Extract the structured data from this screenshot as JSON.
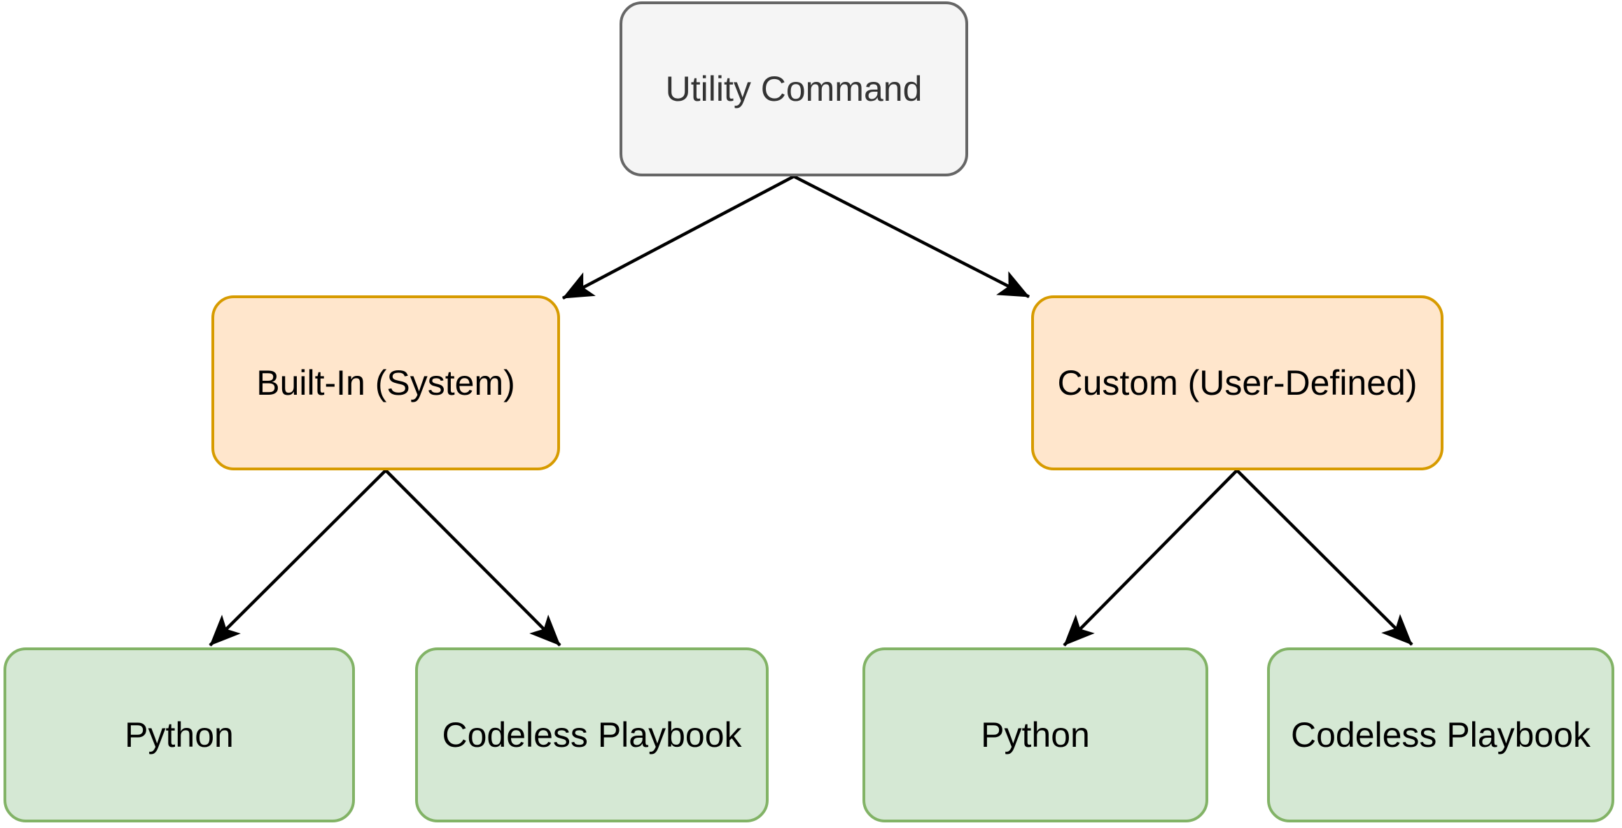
{
  "diagram": {
    "type": "tree-flowchart",
    "edge_color": "#000000",
    "background_color": "#ffffff",
    "nodes": [
      {
        "id": "utility-command",
        "label": "Utility Command",
        "fill": "#f5f5f5",
        "stroke": "#666666",
        "text_color": "#333333"
      },
      {
        "id": "built-in-system",
        "label": "Built-In (System)",
        "fill": "#ffe6cc",
        "stroke": "#d79b00",
        "text_color": "#000000"
      },
      {
        "id": "custom-user-defined",
        "label": "Custom (User-Defined)",
        "fill": "#ffe6cc",
        "stroke": "#d79b00",
        "text_color": "#000000"
      },
      {
        "id": "built-in-python",
        "label": "Python",
        "fill": "#d5e8d4",
        "stroke": "#82b366",
        "text_color": "#000000"
      },
      {
        "id": "built-in-codeless-playbook",
        "label": "Codeless Playbook",
        "fill": "#d5e8d4",
        "stroke": "#82b366",
        "text_color": "#000000"
      },
      {
        "id": "custom-python",
        "label": "Python",
        "fill": "#d5e8d4",
        "stroke": "#82b366",
        "text_color": "#000000"
      },
      {
        "id": "custom-codeless-playbook",
        "label": "Codeless Playbook",
        "fill": "#d5e8d4",
        "stroke": "#82b366",
        "text_color": "#000000"
      }
    ],
    "edges": [
      {
        "from": "utility-command",
        "to": "built-in-system"
      },
      {
        "from": "utility-command",
        "to": "custom-user-defined"
      },
      {
        "from": "built-in-system",
        "to": "built-in-python"
      },
      {
        "from": "built-in-system",
        "to": "built-in-codeless-playbook"
      },
      {
        "from": "custom-user-defined",
        "to": "custom-python"
      },
      {
        "from": "custom-user-defined",
        "to": "custom-codeless-playbook"
      }
    ]
  }
}
